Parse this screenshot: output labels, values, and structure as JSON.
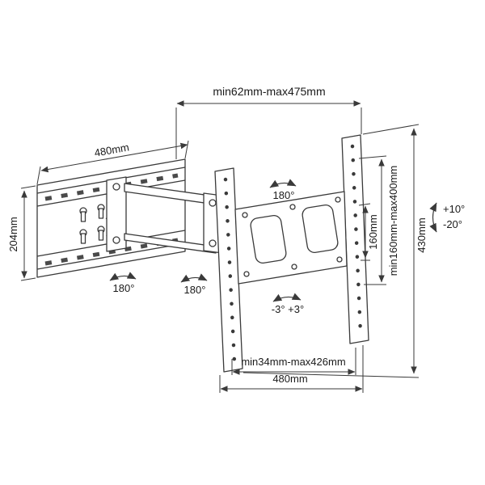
{
  "diagram": {
    "labels": {
      "wall_plate_width": "480mm",
      "wall_plate_height": "204mm",
      "extension_range": "min62mm-max475mm",
      "plate_height": "430mm",
      "vesa_vertical_range": "min160mm-max400mm",
      "vesa_vertical_min": "160mm",
      "vesa_horizontal_range": "min34mm-max426mm",
      "plate_width": "480mm",
      "swivel_top": "180°",
      "swivel_left": "180°",
      "swivel_mid": "180°",
      "level_rotation": "-3° +3°",
      "tilt_up": "+10°",
      "tilt_down": "-20°"
    },
    "colors": {
      "line": "#3a3a3a",
      "text": "#1a1a1a",
      "background": "#ffffff"
    }
  }
}
